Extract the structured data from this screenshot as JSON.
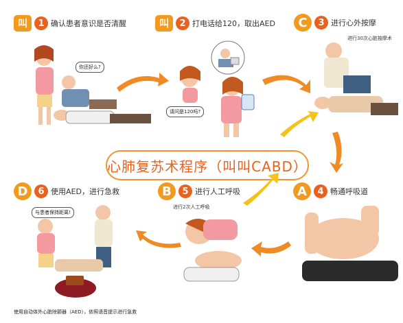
{
  "banner": {
    "title": "心肺复苏术程序（叫叫CABD）"
  },
  "steps": [
    {
      "badge": "叫",
      "number": "1",
      "text": "确认患者意识是否清醒"
    },
    {
      "badge": "叫",
      "number": "2",
      "text": "打电话给120，取出AED"
    },
    {
      "badge": "C",
      "number": "3",
      "text": "进行心外按摩"
    },
    {
      "badge": "A",
      "number": "4",
      "text": "畅通呼吸道"
    },
    {
      "badge": "B",
      "number": "5",
      "text": "进行人工呼吸"
    },
    {
      "badge": "D",
      "number": "6",
      "text": "使用AED，进行急救"
    }
  ],
  "notes": {
    "step3": "进行30次心脏按摩术",
    "step5": "进行2次人工呼吸",
    "step6_caption": "使用自动体外心脏除颤器（AED），依照语音提示进行急救"
  },
  "bubbles": {
    "step1": "你还好么?",
    "step2": "请问是120吗?",
    "step6": "与患者保持距离!"
  },
  "colors": {
    "accent": "#f29a1e",
    "number": "#e8611f",
    "arrow": "#f08a24",
    "arrow_yellow": "#f5c21a"
  }
}
